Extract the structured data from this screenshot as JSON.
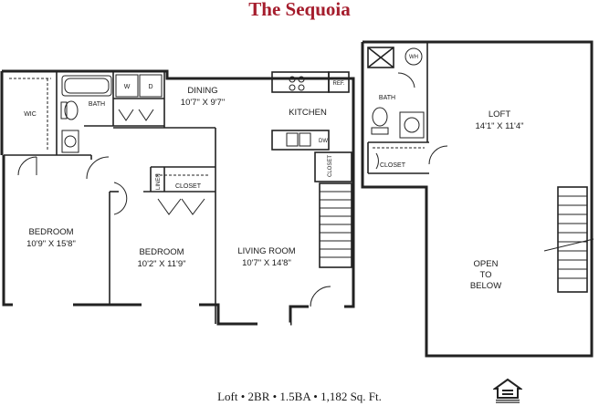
{
  "title": "The Sequoia",
  "footer": "Loft • 2BR • 1.5BA • 1,182 Sq. Ft.",
  "logo": {
    "icon": "equal-housing-opportunity-icon"
  },
  "rooms": {
    "wic": "WIC",
    "bath_main": "BATH",
    "washer": "W",
    "dryer": "D",
    "dining_name": "DINING",
    "dining_dim": "10'7\" X 9'7\"",
    "kitchen": "KITCHEN",
    "fridge": "REF.",
    "dishwasher": "DW",
    "closet_stair": "CLOSET",
    "linen": "LINEN",
    "closet_bed2": "CLOSET",
    "bedroom1_name": "BEDROOM",
    "bedroom1_dim": "10'9\" X 15'8\"",
    "bedroom2_name": "BEDROOM",
    "bedroom2_dim": "10'2\" X 11'9\"",
    "living_name": "LIVING ROOM",
    "living_dim": "10'7\" X 14'8\"",
    "water_heater": "WH",
    "bath_loft": "BATH",
    "closet_loft": "CLOSET",
    "loft_name": "LOFT",
    "loft_dim": "14'1\" X 11'4\"",
    "open_1": "OPEN",
    "open_2": "TO",
    "open_3": "BELOW"
  }
}
